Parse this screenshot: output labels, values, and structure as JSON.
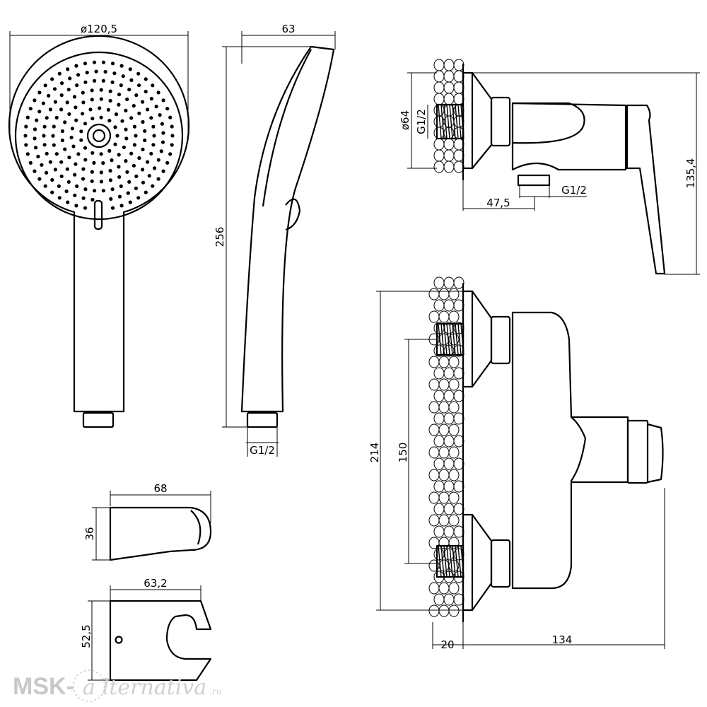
{
  "dimensions": {
    "head_diameter": "ø120,5",
    "handle_depth": "63",
    "handle_length": "256",
    "handle_thread": "G1/2",
    "holder_width": "68",
    "holder_height": "36",
    "holder_front_width": "63,2",
    "holder_front_height": "52,5",
    "flange_diameter": "ø64",
    "wall_thread": "G1/2",
    "outlet_offset": "47,5",
    "outlet_thread": "G1/2",
    "mixer_height": "135,4",
    "mixer_total_width": "214",
    "inlet_spacing": "150",
    "wall_depth": "20",
    "mixer_projection": "134"
  },
  "watermark": {
    "prefix": "MSK-",
    "letter": "a",
    "rest": "lternativa",
    "suffix": ".ru"
  }
}
